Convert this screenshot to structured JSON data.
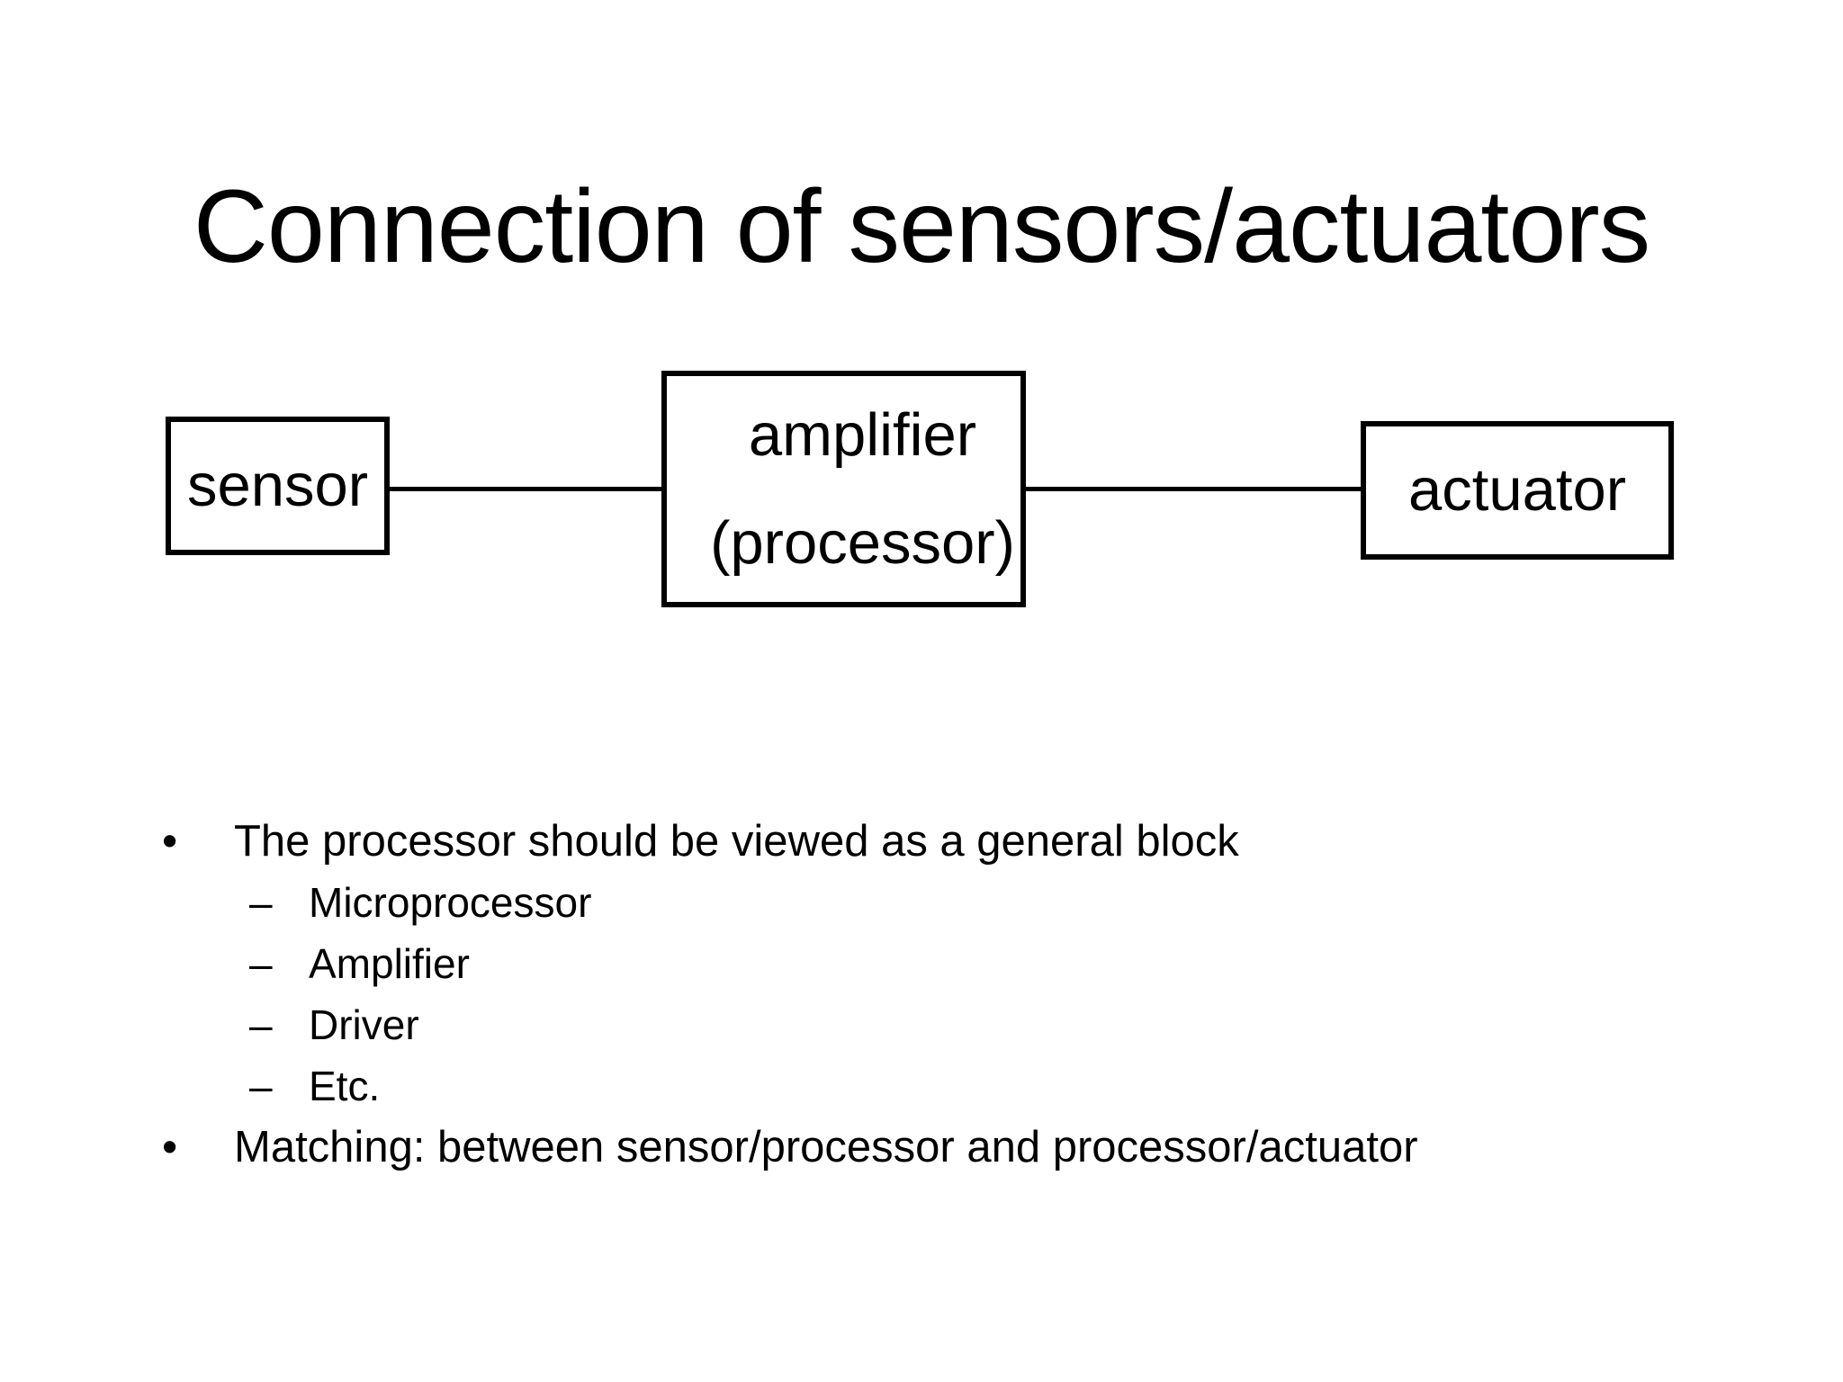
{
  "page": {
    "background_color": "#ffffff",
    "text_color": "#000000",
    "border_color": "#000000"
  },
  "title": "Connection of sensors/actuators",
  "diagram": {
    "sensor_label": "sensor",
    "amplifier_label_line1": "amplifier",
    "amplifier_label_line2": "(processor)",
    "actuator_label": "actuator"
  },
  "bullets": [
    {
      "level": 1,
      "marker": "•",
      "text": "The processor should be viewed as a general block"
    },
    {
      "level": 2,
      "marker": "–",
      "text": "Microprocessor"
    },
    {
      "level": 2,
      "marker": "–",
      "text": "Amplifier"
    },
    {
      "level": 2,
      "marker": "–",
      "text": "Driver"
    },
    {
      "level": 2,
      "marker": "–",
      "text": "Etc."
    },
    {
      "level": 1,
      "marker": "•",
      "text": "Matching: between sensor/processor and processor/actuator"
    }
  ]
}
